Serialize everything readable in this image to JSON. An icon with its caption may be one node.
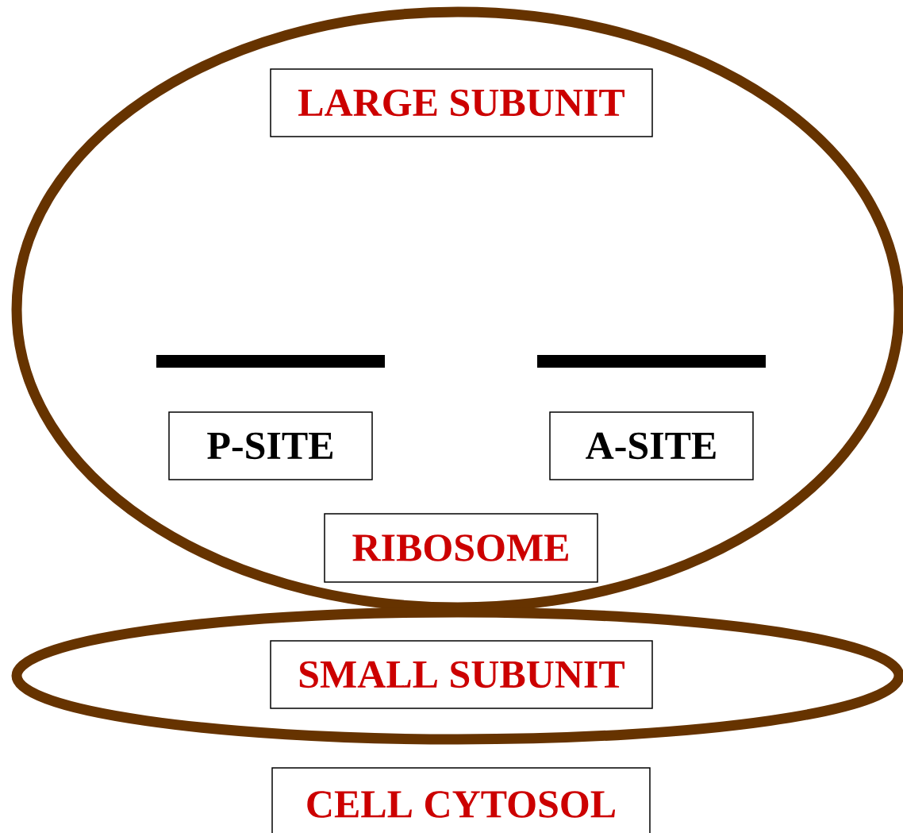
{
  "diagram": {
    "nodes": [
      {
        "text": [],
        "shape": "ellipse"
      },
      {
        "text": [
          "LARGE SUBUNIT"
        ],
        "in": 0
      },
      {
        "text": [],
        "shape": "bar",
        "in": 0
      },
      {
        "text": [],
        "shape": "bar",
        "in": 0
      },
      {
        "text": [
          "P-SITE"
        ],
        "in": 0
      },
      {
        "text": [
          "A-SITE"
        ],
        "in": 0
      },
      {
        "text": [
          "RIBOSOME"
        ],
        "in": 0
      },
      {
        "text": [],
        "shape": "ellipse"
      },
      {
        "text": [
          "SMALL SUBUNIT"
        ],
        "in": 7
      },
      {
        "text": [
          "CELL CYTOSOL"
        ]
      }
    ]
  }
}
